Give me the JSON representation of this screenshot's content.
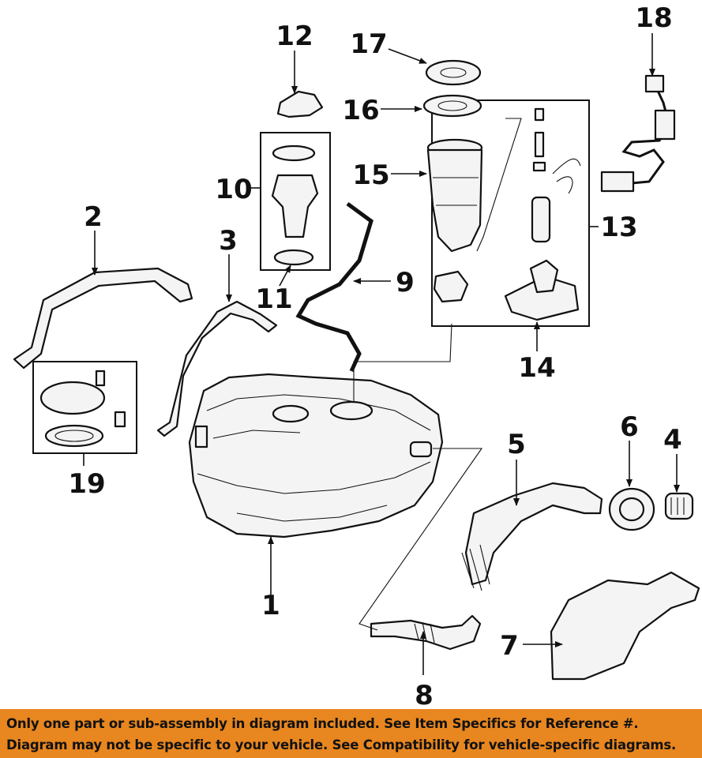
{
  "diagram": {
    "callouts": {
      "c1": "1",
      "c2": "2",
      "c3": "3",
      "c4": "4",
      "c5": "5",
      "c6": "6",
      "c7": "7",
      "c8": "8",
      "c9": "9",
      "c10": "10",
      "c11": "11",
      "c12": "12",
      "c13": "13",
      "c14": "14",
      "c15": "15",
      "c16": "16",
      "c17": "17",
      "c18": "18",
      "c19": "19"
    }
  },
  "notice": {
    "line1": "Only one part or sub-assembly in diagram included. See Item Specifics for Reference #.",
    "line2": "Diagram may not be specific to your vehicle. See Compatibility for vehicle-specific diagrams."
  },
  "colors": {
    "notice_background": "#e8861f",
    "line_art": "#111111",
    "background": "#ffffff"
  }
}
